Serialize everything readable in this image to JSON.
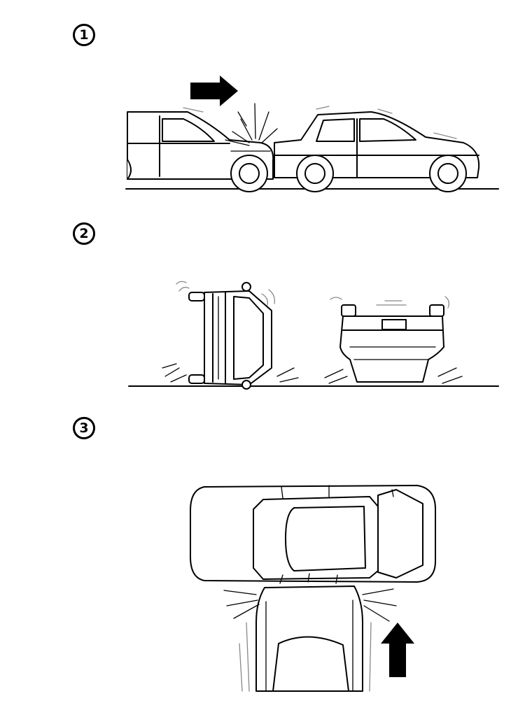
{
  "steps": [
    {
      "label": "1",
      "illustration": "rear-end-collision"
    },
    {
      "label": "2",
      "illustration": "rollover"
    },
    {
      "label": "3",
      "illustration": "side-impact"
    }
  ],
  "icons": {
    "arrow-1": "arrow-right-icon",
    "arrow-3": "arrow-up-icon"
  },
  "colors": {
    "ink": "#000000",
    "background": "#ffffff"
  }
}
